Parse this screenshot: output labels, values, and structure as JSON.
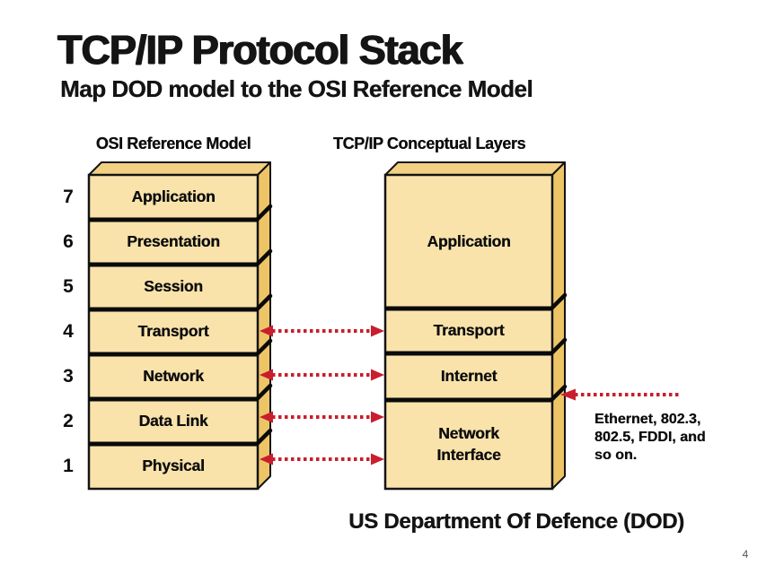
{
  "title": "TCP/IP Protocol Stack",
  "subtitle": "Map DOD model to the OSI Reference Model",
  "footer": "US Department Of Defence (DOD)",
  "page_number": "4",
  "annotation": "Ethernet, 802.3,\n802.5, FDDI, and\nso on.",
  "colors": {
    "background": "#ffffff",
    "box_front": "#F9E3AB",
    "box_top": "#F2D183",
    "box_side": "#EEC566",
    "outline": "#141414",
    "arrow_red": "#C81E2E",
    "text": "#0d0d0d"
  },
  "osi": {
    "header": "OSI Reference Model",
    "layers": [
      {
        "num": "7",
        "label": "Application"
      },
      {
        "num": "6",
        "label": "Presentation"
      },
      {
        "num": "5",
        "label": "Session"
      },
      {
        "num": "4",
        "label": "Transport"
      },
      {
        "num": "3",
        "label": "Network"
      },
      {
        "num": "2",
        "label": "Data Link"
      },
      {
        "num": "1",
        "label": "Physical"
      }
    ]
  },
  "tcpip": {
    "header": "TCP/IP Conceptual Layers",
    "layers": [
      {
        "label": "Application"
      },
      {
        "label": "Transport"
      },
      {
        "label": "Internet"
      },
      {
        "label": "Network\nInterface"
      }
    ]
  },
  "connections": [
    {
      "from": "OSI Transport",
      "to": "TCP/IP Transport",
      "style": "red-dotted-double-arrow"
    },
    {
      "from": "OSI Network",
      "to": "TCP/IP Internet",
      "style": "red-dotted-double-arrow"
    },
    {
      "from": "OSI Data Link",
      "to": "TCP/IP Network Interface",
      "style": "red-dotted-double-arrow"
    },
    {
      "from": "OSI Physical",
      "to": "TCP/IP Network Interface",
      "style": "red-dotted-double-arrow"
    },
    {
      "from": "TCP/IP Network Interface",
      "to": "Ethernet, 802.3, 802.5, FDDI, and so on.",
      "style": "red-dotted-arrow"
    }
  ]
}
